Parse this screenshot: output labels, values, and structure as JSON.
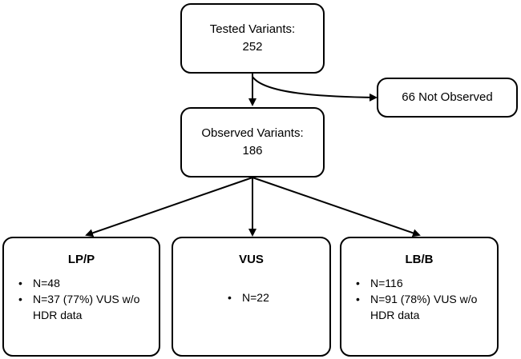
{
  "tested": {
    "label": "Tested Variants:",
    "count": "252"
  },
  "not_observed": {
    "label": "66 Not Observed"
  },
  "observed": {
    "label": "Observed Variants:",
    "count": "186"
  },
  "categories": [
    {
      "title": "LP/P",
      "bullets": [
        "N=48",
        "N=37 (77%) VUS w/o HDR data"
      ]
    },
    {
      "title": "VUS",
      "bullets": [
        "N=22"
      ]
    },
    {
      "title": "LB/B",
      "bullets": [
        "N=116",
        "N=91 (78%) VUS w/o HDR data"
      ]
    }
  ]
}
